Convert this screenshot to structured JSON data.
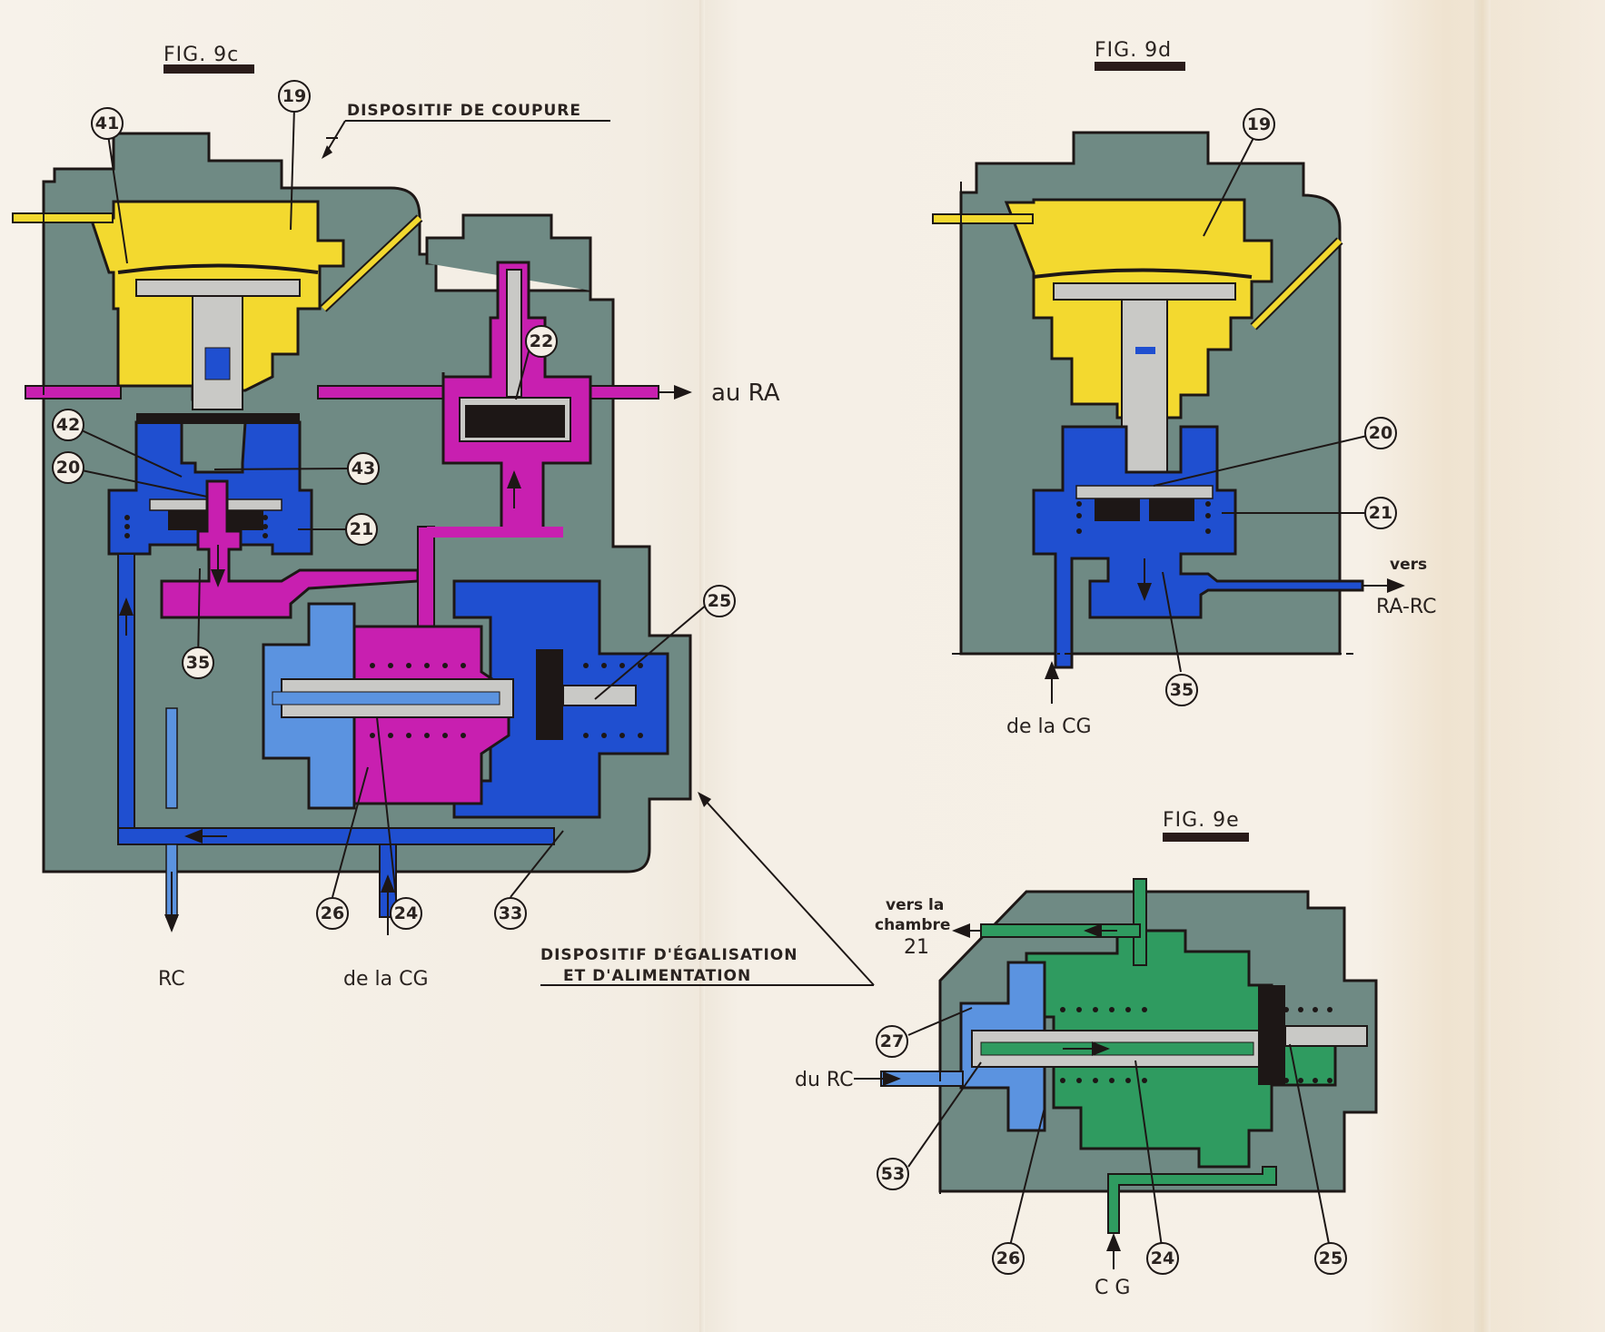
{
  "colors": {
    "paper": "#f5efe6",
    "body_grey": "#6f8a84",
    "yellow": "#f3d92f",
    "magenta": "#c81fb0",
    "blue": "#1f4fd0",
    "light_blue": "#5b93e0",
    "green": "#2f9b60",
    "metal": "#c9c9c6",
    "ink": "#1d1716"
  },
  "figures": [
    {
      "id": "fig-9c",
      "title": "FIG. 9c",
      "captions": {
        "top": "DISPOSITIF DE COUPURE",
        "bottom_line1": "DISPOSITIF D'ÉGALISATION",
        "bottom_line2": "ET D'ALIMENTATION"
      },
      "part_numbers": [
        "41",
        "19",
        "22",
        "42",
        "20",
        "43",
        "21",
        "35",
        "25",
        "26",
        "24",
        "33"
      ],
      "port_labels": {
        "right": "au RA",
        "bottom_left": "RC",
        "bottom_mid": "de la CG"
      }
    },
    {
      "id": "fig-9d",
      "title": "FIG. 9d",
      "part_numbers": [
        "19",
        "20",
        "21",
        "35"
      ],
      "port_labels": {
        "right_top": "vers",
        "right_bottom": "RA-RC",
        "bottom": "de la CG"
      }
    },
    {
      "id": "fig-9e",
      "title": "FIG. 9e",
      "part_numbers": [
        "27",
        "53",
        "26",
        "24",
        "25"
      ],
      "port_labels": {
        "left_top_1": "vers la",
        "left_top_2": "chambre",
        "left_top_3": "21",
        "left_mid": "du RC",
        "bottom": "C G"
      }
    }
  ]
}
